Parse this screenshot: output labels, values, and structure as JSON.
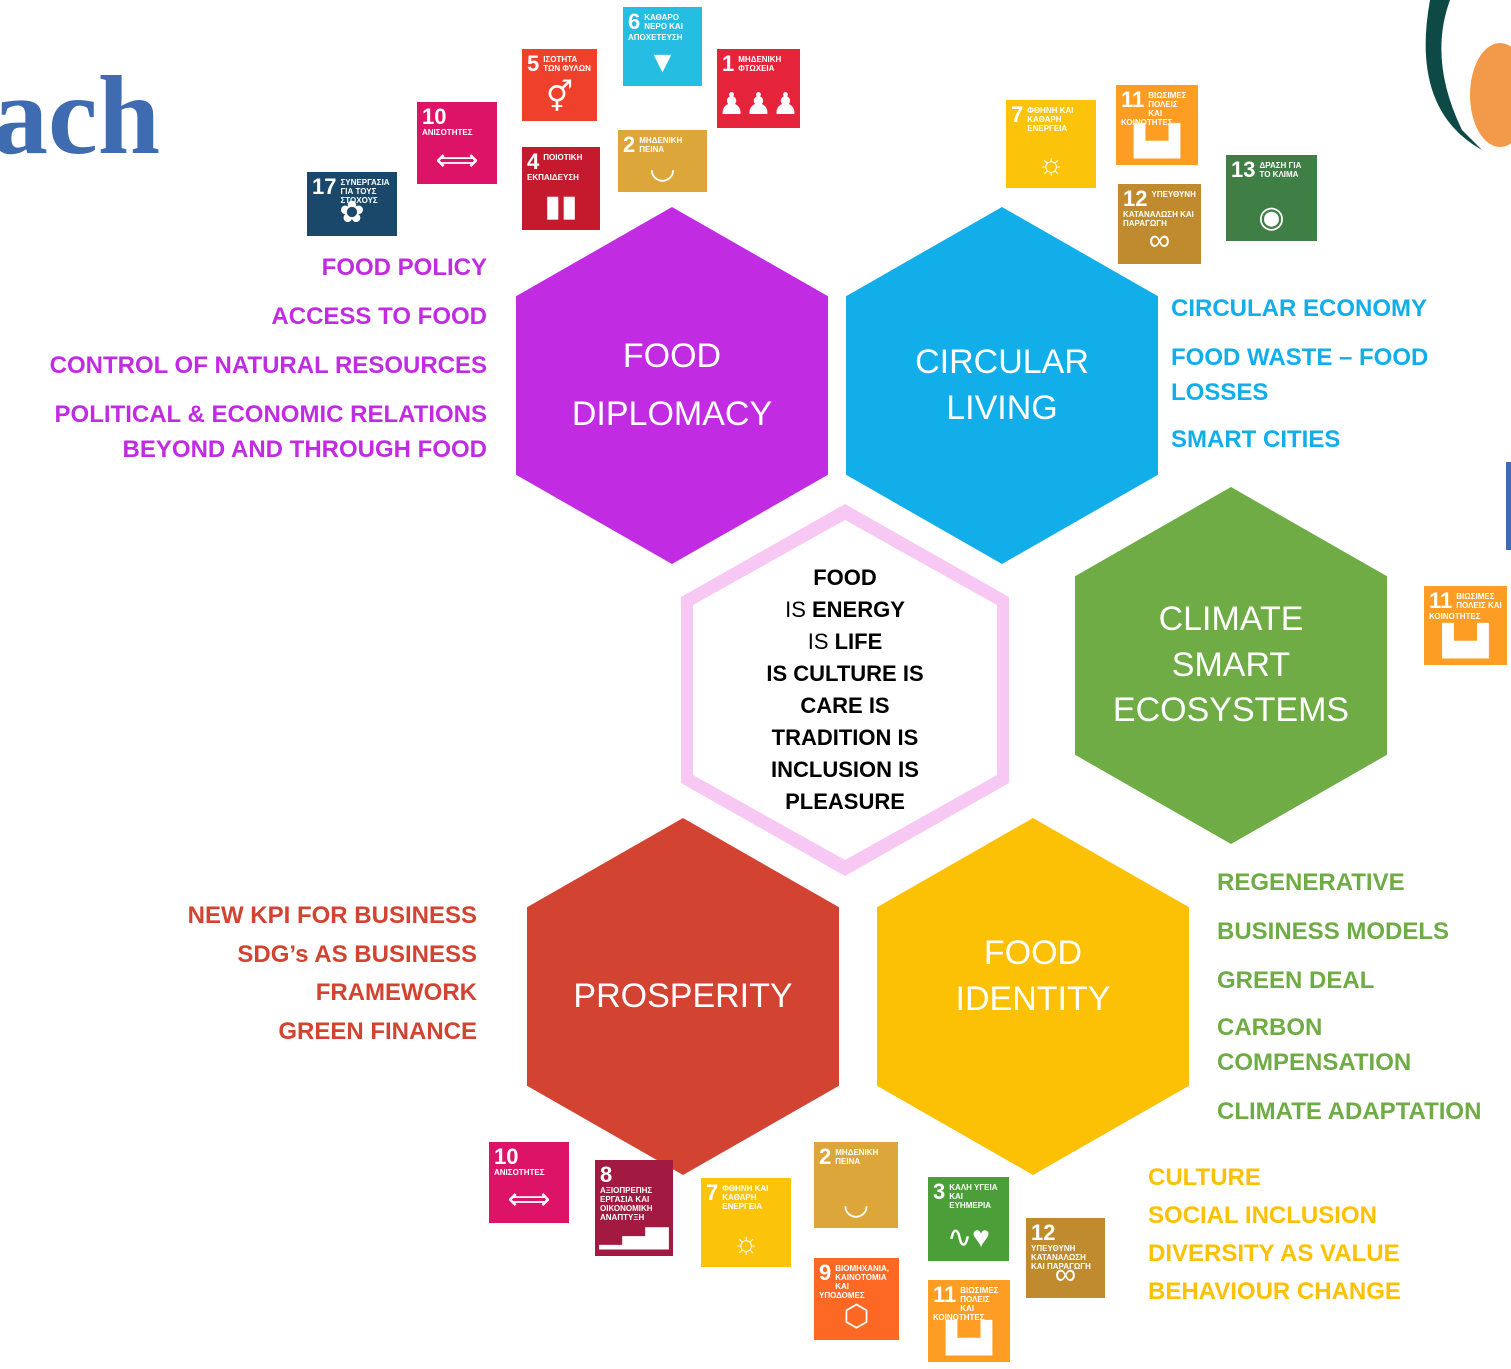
{
  "title": "ach",
  "colors": {
    "diplomacy": "#c12ce3",
    "circular": "#12aeea",
    "climate": "#6fac46",
    "prosperity": "#d24331",
    "identity": "#fcc004",
    "center_border": "#f8c8f4"
  },
  "hexagons": {
    "diplomacy": [
      "FOOD",
      "DIPLOMACY"
    ],
    "circular": [
      "CIRCULAR",
      "LIVING"
    ],
    "climate": [
      "CLIMATE",
      "SMART",
      "ECOSYSTEMS"
    ],
    "prosperity": [
      "PROSPERITY"
    ],
    "identity": [
      "FOOD",
      "IDENTITY"
    ]
  },
  "center": {
    "l1": "FOOD",
    "l2a": "IS ",
    "l2b": "ENERGY",
    "l3a": "IS ",
    "l3b": "LIFE",
    "l4": "IS CULTURE IS",
    "l5": "CARE IS",
    "l6": "TRADITION IS",
    "l7": "INCLUSION IS",
    "l8": "PLEASURE"
  },
  "lists": {
    "diplomacy": [
      "FOOD POLICY",
      "ACCESS TO FOOD",
      "CONTROL OF NATURAL RESOURCES",
      "POLITICAL & ECONOMIC RELATIONS",
      "BEYOND AND THROUGH FOOD"
    ],
    "circular": [
      "CIRCULAR ECONOMY",
      "FOOD WASTE – FOOD",
      "LOSSES",
      "SMART CITIES"
    ],
    "climate": [
      "REGENERATIVE",
      "BUSINESS MODELS",
      "GREEN DEAL",
      "CARBON",
      "COMPENSATION",
      "CLIMATE ADAPTATION"
    ],
    "prosperity": [
      "NEW KPI FOR BUSINESS",
      "SDG’s AS BUSINESS",
      "FRAMEWORK",
      "GREEN FINANCE"
    ],
    "identity": [
      "CULTURE",
      "SOCIAL INCLUSION",
      "DIVERSITY AS VALUE",
      "BEHAVIOUR CHANGE"
    ]
  },
  "sdg_tiles": [
    {
      "num": "17",
      "label": "ΣΥΝΕΡΓΑΣΙΑ ΓΙΑ ΤΟΥΣ ΣΤΟΧΟΥΣ",
      "icon": "✿",
      "color": "#19486a"
    },
    {
      "num": "10",
      "label": "ΑΝΙΣΟΤΗΤΕΣ",
      "icon": "⟺",
      "color": "#dd1367"
    },
    {
      "num": "5",
      "label": "ΙΣΟΤΗΤΑ ΤΩΝ ΦΥΛΩΝ",
      "icon": "⚥",
      "color": "#ef402b"
    },
    {
      "num": "6",
      "label": "ΚΑΘΑΡΟ ΝΕΡΟ ΚΑΙ ΑΠΟΧΕΤΕΥΣΗ",
      "icon": "▼",
      "color": "#26bde2"
    },
    {
      "num": "1",
      "label": "ΜΗΔΕΝΙΚΗ ΦΤΩΧΕΙΑ",
      "icon": "♟♟♟",
      "color": "#e5243b"
    },
    {
      "num": "2",
      "label": "ΜΗΔΕΝΙΚΗ ΠΕΙΝΑ",
      "icon": "◡",
      "color": "#dda63a"
    },
    {
      "num": "4",
      "label": "ΠΟΙΟΤΙΚΗ ΕΚΠΑΙΔΕΥΣΗ",
      "icon": "▮▮",
      "color": "#c5192d"
    },
    {
      "num": "7",
      "label": "ΦΘΗΝΗ ΚΑΙ ΚΑΘΑΡΗ ΕΝΕΡΓΕΙΑ",
      "icon": "☼",
      "color": "#fcc30b"
    },
    {
      "num": "11",
      "label": "ΒΙΩΣΙΜΕΣ ΠΟΛΕΙΣ ΚΑΙ ΚΟΙΝΟΤΗΤΕΣ",
      "icon": "▙▟",
      "color": "#fd9d24"
    },
    {
      "num": "13",
      "label": "ΔΡΑΣΗ ΓΙΑ ΤΟ ΚΛΙΜΑ",
      "icon": "◉",
      "color": "#3f7e44"
    },
    {
      "num": "12",
      "label": "ΥΠΕΥΘΥΝΗ ΚΑΤΑΝΑΛΩΣΗ ΚΑΙ ΠΑΡΑΓΩΓΗ",
      "icon": "∞",
      "color": "#bf8b2e"
    },
    {
      "num": "11",
      "label": "ΒΙΩΣΙΜΕΣ ΠΟΛΕΙΣ ΚΑΙ ΚΟΙΝΟΤΗΤΕΣ",
      "icon": "▙▟",
      "color": "#fd9d24"
    },
    {
      "num": "10",
      "label": "ΑΝΙΣΟΤΗΤΕΣ",
      "icon": "⟺",
      "color": "#dd1367"
    },
    {
      "num": "8",
      "label": "ΑΞΙΟΠΡΕΠΗΣ ΕΡΓΑΣΙΑ ΚΑΙ ΟΙΚΟΝΟΜΙΚΗ ΑΝΑΠΤΥΞΗ",
      "icon": "▁▃▅",
      "color": "#a21942"
    },
    {
      "num": "7",
      "label": "ΦΘΗΝΗ ΚΑΙ ΚΑΘΑΡΗ ΕΝΕΡΓΕΙΑ",
      "icon": "☼",
      "color": "#fcc30b"
    },
    {
      "num": "2",
      "label": "ΜΗΔΕΝΙΚΗ ΠΕΙΝΑ",
      "icon": "◡",
      "color": "#dda63a"
    },
    {
      "num": "3",
      "label": "ΚΑΛΗ ΥΓΕΙΑ ΚΑΙ ΕΥΗΜΕΡΙΑ",
      "icon": "∿♥",
      "color": "#4c9f38"
    },
    {
      "num": "12",
      "label": "ΥΠΕΥΘΥΝΗ ΚΑΤΑΝΑΛΩΣΗ ΚΑΙ ΠΑΡΑΓΩΓΗ",
      "icon": "∞",
      "color": "#bf8b2e"
    },
    {
      "num": "9",
      "label": "ΒΙΟΜΗΧΑΝΙΑ, ΚΑΙΝΟΤΟΜΙΑ ΚΑΙ ΥΠΟΔΟΜΕΣ",
      "icon": "⬡",
      "color": "#fd6925"
    },
    {
      "num": "11",
      "label": "ΒΙΩΣΙΜΕΣ ΠΟΛΕΙΣ ΚΑΙ ΚΟΙΝΟΤΗΤΕΣ",
      "icon": "▙▟",
      "color": "#fd9d24"
    }
  ]
}
